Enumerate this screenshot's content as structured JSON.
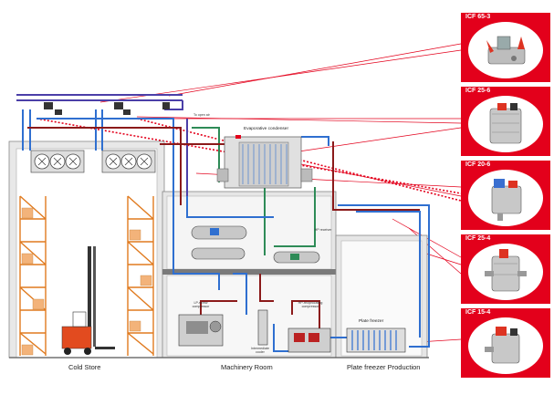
{
  "labels": {
    "cold_store": "Cold Store",
    "machinery_room": "Machinery Room",
    "plate_freezer_production": "Plate freezer Production",
    "evaporative_condenser": "Evaporative condenser",
    "plate_freezer": "Plate freezer",
    "to_open_air": "To open air",
    "lp_screw_compressor": "LP-screw compressor",
    "hp_reciprocating_compressor": "HP-reciprocating compressor",
    "intermediate_cooler": "Intermediate cooler",
    "hp_receiver": "HP receiver"
  },
  "valves": [
    {
      "model": "ICF 65-3"
    },
    {
      "model": "ICF 25-6"
    },
    {
      "model": "ICF 20-6"
    },
    {
      "model": "ICF 25-4"
    },
    {
      "model": "ICF 15-4"
    }
  ],
  "colors": {
    "card_red": "#e3001b",
    "pipe_blue": "#2f6fd0",
    "pipe_darkred": "#8b1a1a",
    "pipe_green": "#2e8b57",
    "pipe_purple": "#4b3fa8",
    "pointer_red": "#e3001b",
    "rack_orange": "#e07a1e",
    "building_grey": "#e6e6e6"
  }
}
